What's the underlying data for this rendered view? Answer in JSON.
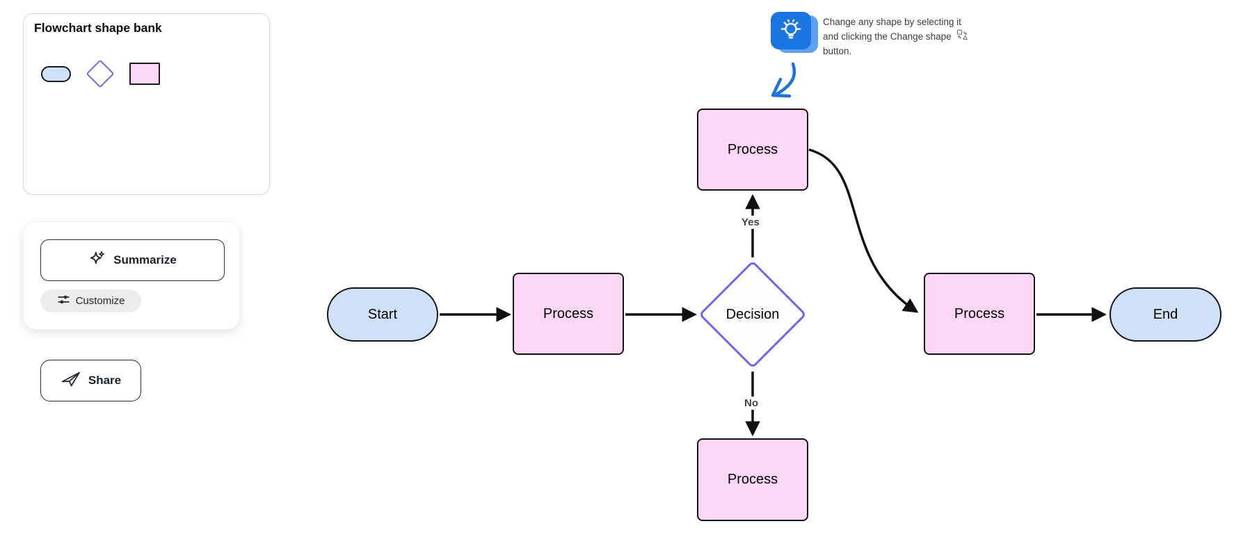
{
  "shape_bank": {
    "title": "Flowchart shape bank",
    "shapes": [
      {
        "name": "terminator-pill",
        "fill": "#cfe1f8",
        "border": "#1a1a1a"
      },
      {
        "name": "decision-diamond",
        "fill": "#fefefe",
        "border": "#6c66f5"
      },
      {
        "name": "process-rectangle",
        "fill": "#fbd7f5",
        "border": "#1a1a1a"
      }
    ]
  },
  "ai_panel": {
    "summarize": {
      "label": "Summarize",
      "icon": "sparkles-icon"
    },
    "customize": {
      "label": "Customize",
      "icon": "sliders-icon"
    }
  },
  "share": {
    "label": "Share",
    "icon": "paper-plane-icon"
  },
  "tip": {
    "icon": "lightbulb-icon",
    "icon_bg": "#1b76e2",
    "icon_bg_back": "#5da1f1",
    "arrow_color": "#1f72dd",
    "text_lines": [
      "Change any shape by selecting it",
      "and clicking the Change shape",
      "button."
    ],
    "inline_icon": "change-shape-icon"
  },
  "flowchart": {
    "stroke_color": "#111111",
    "nodes": [
      {
        "id": "start",
        "type": "terminator",
        "label": "Start",
        "fill": "#cfe1f8"
      },
      {
        "id": "process-1",
        "type": "process",
        "label": "Process",
        "fill": "#fbd7f5"
      },
      {
        "id": "decision",
        "type": "decision",
        "label": "Decision",
        "fill": "#fefefe",
        "border": "#6b65f2"
      },
      {
        "id": "process-top",
        "type": "process",
        "label": "Process",
        "fill": "#fbd7f5"
      },
      {
        "id": "process-right",
        "type": "process",
        "label": "Process",
        "fill": "#fbd7f5"
      },
      {
        "id": "process-bottom",
        "type": "process",
        "label": "Process",
        "fill": "#fbd7f5"
      },
      {
        "id": "end",
        "type": "terminator",
        "label": "End",
        "fill": "#cfe1f8"
      }
    ],
    "edges": [
      {
        "from": "start",
        "to": "process-1",
        "label": ""
      },
      {
        "from": "process-1",
        "to": "decision",
        "label": ""
      },
      {
        "from": "decision",
        "to": "process-top",
        "label": "Yes"
      },
      {
        "from": "decision",
        "to": "process-bottom",
        "label": "No"
      },
      {
        "from": "process-top",
        "to": "process-right",
        "label": ""
      },
      {
        "from": "process-right",
        "to": "end",
        "label": ""
      }
    ],
    "edge_labels": {
      "yes": "Yes",
      "no": "No"
    }
  }
}
